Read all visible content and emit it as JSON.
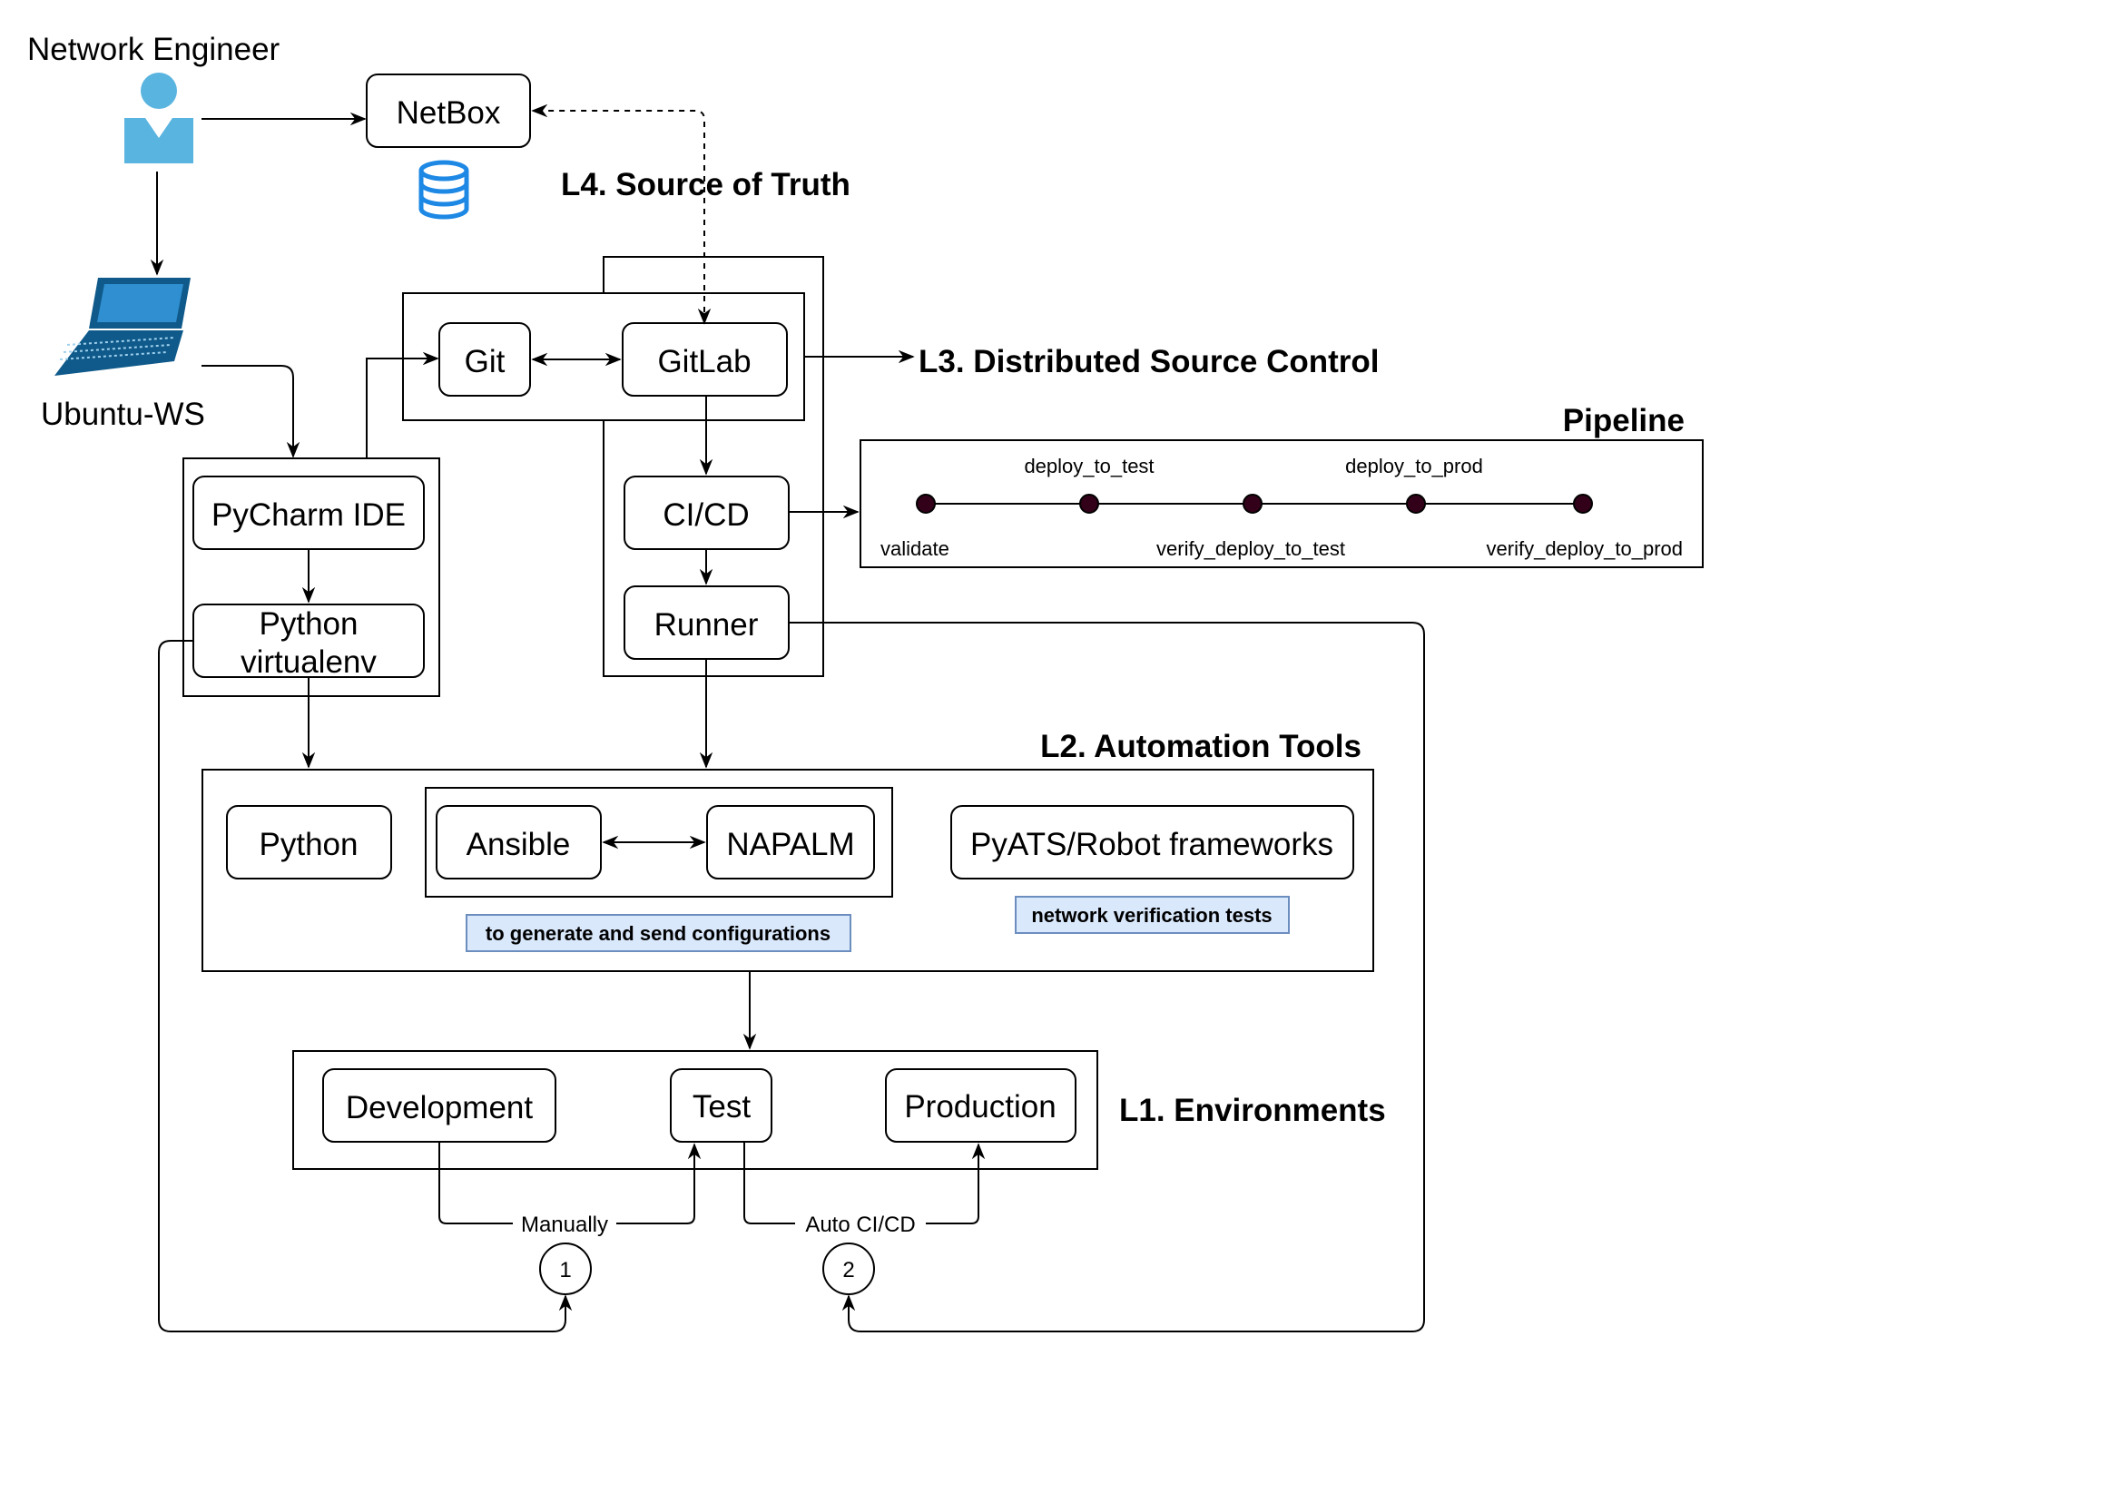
{
  "actors": {
    "engineer": "Network Engineer",
    "workstation": "Ubuntu-WS"
  },
  "layers": {
    "l4": "L4. Source of Truth",
    "l3": "L3. Distributed Source Control",
    "l2": "L2. Automation Tools",
    "l1": "L1. Environments",
    "pipeline": "Pipeline"
  },
  "nodes": {
    "netbox": "NetBox",
    "git": "Git",
    "gitlab": "GitLab",
    "cicd": "CI/CD",
    "runner": "Runner",
    "pycharm": "PyCharm IDE",
    "venv_line1": "Python",
    "venv_line2": "virtualenv",
    "python": "Python",
    "ansible": "Ansible",
    "napalm": "NAPALM",
    "pyats": "PyATS/Robot frameworks",
    "development": "Development",
    "test": "Test",
    "production": "Production"
  },
  "notes": {
    "ansible_napalm": "to generate and send configurations",
    "pyats": "network verification tests"
  },
  "pipeline": {
    "stages_top": [
      "deploy_to_test",
      "deploy_to_prod"
    ],
    "stages_bottom": [
      "validate",
      "verify_deploy_to_test",
      "verify_deploy_to_prod"
    ]
  },
  "flows": {
    "manual": "Manually",
    "auto": "Auto CI/CD",
    "circle1": "1",
    "circle2": "2"
  },
  "colors": {
    "icon_blue": "#5ab4e0",
    "laptop_dark": "#0f5a8a",
    "db_blue": "#1e88e5",
    "note_fill": "#dae8fc",
    "note_stroke": "#6c8ebf",
    "stage_dot": "#33001a"
  }
}
